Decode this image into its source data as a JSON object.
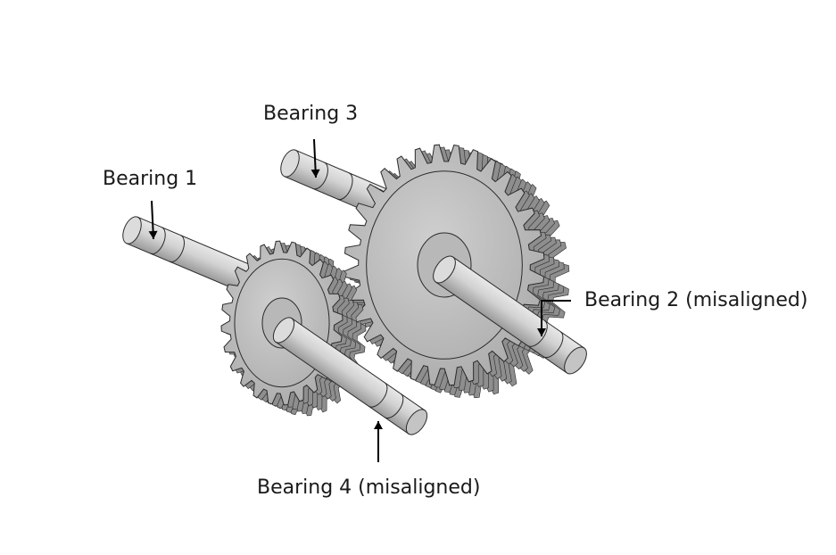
{
  "labels": {
    "bearing_1": "Bearing 1",
    "bearing_2": "Bearing 2 (misaligned)",
    "bearing_3": "Bearing 3",
    "bearing_4": "Bearing 4 (misaligned)"
  },
  "colors": {
    "background": "#ffffff",
    "shaft": "#c9c9c9",
    "gear_face": "#bdbdbd",
    "gear_side": "#8e8e8e",
    "outline": "#2a2a2a",
    "text": "#1a1a1a"
  },
  "gears": {
    "small_teeth": 24,
    "large_teeth": 32
  }
}
